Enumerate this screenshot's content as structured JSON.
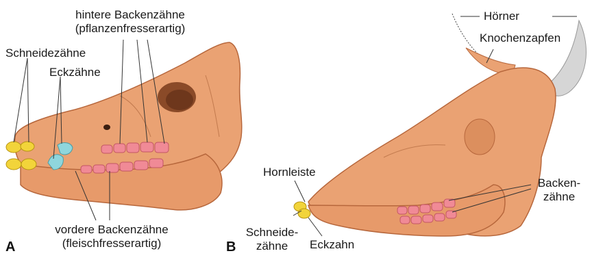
{
  "panel_a": {
    "letter": "A",
    "labels": {
      "hintere_line1": "hintere Backenzähne",
      "hintere_line2": "(pflanzenfresserartig)",
      "schneide": "Schneidezähne",
      "eck": "Eckzähne",
      "vordere_line1": "vordere Backenzähne",
      "vordere_line2": "(fleischfresserartig)"
    }
  },
  "panel_b": {
    "letter": "B",
    "labels": {
      "hoerner": "Hörner",
      "knochen": "Knochenzapfen",
      "hornleiste": "Hornleiste",
      "backen_line1": "Backen-",
      "backen_line2": "zähne",
      "schneide_line1": "Schneide-",
      "schneide_line2": "zähne",
      "eckzahn": "Eckzahn"
    }
  },
  "colors": {
    "bone": "#eaa273",
    "bone_dark": "#b7673c",
    "incisor": "#f2d43a",
    "canine": "#8fd6dc",
    "molar": "#f08a96",
    "horn": "#d6d6d6"
  }
}
